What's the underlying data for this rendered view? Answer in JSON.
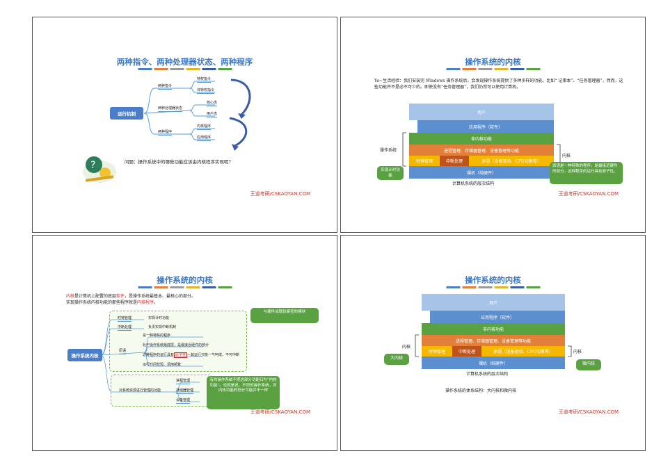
{
  "brand": {
    "cn": "王道考研",
    "en": "/CSKAOYAN.COM"
  },
  "colors": [
    "#4a7ec9",
    "#e2803a",
    "#999999",
    "#e5b42d",
    "#3a5ca8",
    "#5aa142",
    "#7f7f7f"
  ],
  "slide1": {
    "title": "两种指令、两种处理器状态、两种程序",
    "root": "运行机制",
    "branches": [
      {
        "label": "两种指令",
        "children": [
          "特权指令",
          "非特权指令"
        ]
      },
      {
        "label": "两种处理器状态",
        "children": [
          "核心态",
          "用户态"
        ]
      },
      {
        "label": "两种程序",
        "children": [
          "内核程序",
          "应用程序"
        ]
      }
    ],
    "question": "问题：操作系统中的哪些功能应该由内核程序实现呢？"
  },
  "slide2": {
    "title": "操作系统的内核",
    "text": "Yo~生活经验：我们安装完 Windows 操作系统后，会发现操作系统提供了多种多样的功能。比如“ 记事本”、“任务管理器”，然而，这些功能并不是必不可少的。即使没有“任务管理器”，我们仍然可以使用计算机。",
    "layers": {
      "user": "用户",
      "app": "应用程序（软件）",
      "nonkernel": "非内核功能",
      "mgmt": "进程管理、存储器管理、设备管理等功能",
      "clock": "时钟管理",
      "intr": "中断处理",
      "prim": "原语（设备驱动、CPU切换等）",
      "hw": "裸机（纯硬件）"
    },
    "os_label": "操作系统",
    "kernel_label": "内核",
    "callout_left": "实现计时功能",
    "callout_right": "原语是一种特殊的程序，是最接近硬件的部分。这种程序的运行具有原子性。",
    "caption": "计算机系统的层次结构"
  },
  "slide3": {
    "title": "操作系统的内核",
    "line1_pre": "内核",
    "line1_mid": "是计算机上配置的底层",
    "line1_red": "软件",
    "line1_post": "，是操作系统最基本、最核心的部分。",
    "line2_pre": "实现操作系统内核功能的那些程序就是",
    "line2_red": "内核程序",
    "line2_post": "。",
    "root": "操作系统内核",
    "nodes": {
      "clock": "时钟管理",
      "clock_desc": "实现计时功能",
      "intr": "中断处理",
      "intr_desc": "负责实现中断机制",
      "prim": "原语",
      "prim_items": [
        "是一种特殊的程序",
        "处于操作系统最底层，是最接近硬件的部分",
        "这种程序的运行具有",
        "运行时间较短、调用频繁"
      ],
      "atomic": "原子性",
      "atomic_desc": "—其运行只能一气呵成，不可中断",
      "mgmt": "对系统资源进行管理的功能",
      "mgmt_items": [
        "进程管理",
        "存储器管理",
        "设备管理"
      ]
    },
    "callout_top": "与硬件关联较紧密的模块",
    "callout_bottom": "有的操作系统不把这部分功能归为“内核功能”。也就是说，不同的操作系统，对内核功能的划分可能并不一样"
  },
  "slide4": {
    "title": "操作系统的内核",
    "layers": {
      "user": "用户",
      "app": "应用程序（软件）",
      "nonkernel": "非内核功能",
      "mgmt": "进程管理、存储器管理、设备管理等功能",
      "clock": "时钟管理",
      "intr": "中断处理",
      "prim": "原语（设备驱动、CPU切换等）",
      "hw": "裸机（纯硬件）"
    },
    "left_label": "内核",
    "right_label": "内核",
    "big_kernel": "大内核",
    "micro_kernel": "微内核",
    "caption": "计算机系统的层次结构",
    "note": "操作系统的体系结构：大内核和微内核"
  }
}
